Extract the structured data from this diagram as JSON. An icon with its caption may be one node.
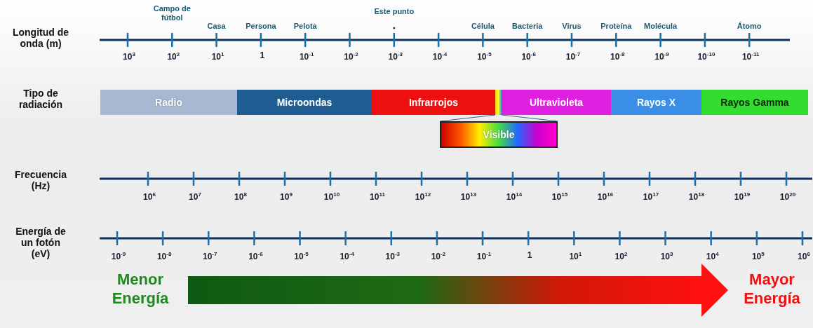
{
  "diagram": {
    "nodes": [
      {
        "text": [
          "Radio"
        ]
      },
      {
        "text": [
          "Microondas"
        ]
      },
      {
        "text": [
          "Infrarrojos"
        ]
      },
      {
        "text": [],
        "shape": "bar"
      },
      {
        "text": [
          "Ultravioleta"
        ]
      },
      {
        "text": [
          "Rayos X"
        ]
      },
      {
        "text": [
          "Rayos Gamma"
        ]
      },
      {
        "text": [
          "Visible"
        ]
      },
      {
        "text": [
          "Menor Energía"
        ]
      },
      {
        "text": [
          "Mayor Energía"
        ]
      }
    ],
    "edges": [
      {
        "from": 3,
        "to": 7,
        "arrow": "none"
      },
      {
        "from": 8,
        "to": 9,
        "arrow": "to"
      }
    ],
    "labels": [
      "Longitud de onda (m)",
      "Campo de fútbol",
      "Casa",
      "Persona",
      "Pelota",
      "Este punto",
      "Célula",
      "Bacteria",
      "Virus",
      "Proteína",
      "Molécula",
      "Átomo",
      "10$^{3}$",
      "10$^{2}$",
      "10$^{1}$",
      "1",
      "10$^{-1}$",
      "10$^{-2}$",
      "10$^{-3}$",
      "10$^{-4}$",
      "10$^{-5}$",
      "10$^{-6}$",
      "10$^{-7}$",
      "10$^{-8}$",
      "10$^{-9}$",
      "10$^{-10}$",
      "10$^{-11}$",
      "Tipo de radiación",
      "Frecuencia (Hz)",
      "10$^{6}$",
      "10$^{7}$",
      "10$^{8}$",
      "10$^{9}$",
      "10$^{10}$",
      "10$^{11}$",
      "10$^{12}$",
      "10$^{13}$",
      "10$^{14}$",
      "10$^{15}$",
      "10$^{16}$",
      "10$^{17}$",
      "10$^{18}$",
      "10$^{19}$",
      "10$^{20}$",
      "Energía de un fotón (eV)",
      "10$^{-9}$",
      "10$^{-8}$",
      "10$^{-7}$",
      "10$^{-6}$",
      "10$^{-5}$",
      "10$^{-4}$",
      "10$^{-3}$",
      "10$^{-2}$",
      "10$^{-1}$",
      "1",
      "10$^{1}$",
      "10$^{2}$",
      "10$^{3}$",
      "10$^{4}$",
      "10$^{5}$",
      "10$^{6}$"
    ]
  }
}
